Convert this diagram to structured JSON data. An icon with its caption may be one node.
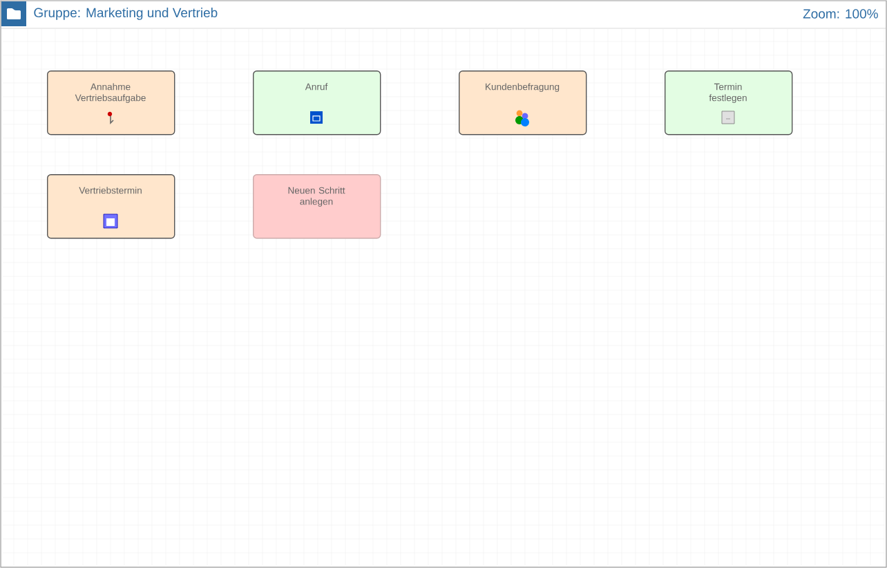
{
  "diagram": {
    "title": "Gruppe: Marketing und Vertrieb",
    "nodes": [
      {
        "text": [
          "Annahme Vertriebsaufgabe"
        ]
      },
      {
        "text": [
          "Anruf"
        ]
      },
      {
        "text": [
          "Kundenbefragung"
        ]
      },
      {
        "text": [
          "Termin festlegen"
        ]
      },
      {
        "text": [
          "Vertriebstermin"
        ]
      },
      {
        "text": [
          "Neuen Schritt anlegen"
        ]
      }
    ],
    "edges": [],
    "labels": [
      "Zoom: 100%"
    ]
  }
}
